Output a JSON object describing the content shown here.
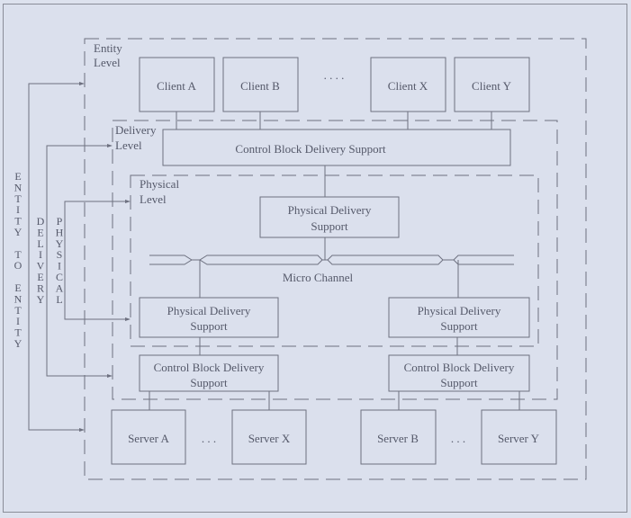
{
  "colors": {
    "background": "#dbe0ed",
    "line": "#6e7180",
    "text": "#55596a"
  },
  "levels": {
    "entity": {
      "label_line1": "Entity",
      "label_line2": "Level"
    },
    "delivery": {
      "label_line1": "Delivery",
      "label_line2": "Level"
    },
    "physical": {
      "label_line1": "Physical",
      "label_line2": "Level"
    }
  },
  "clients": {
    "a": "Client A",
    "b": "Client B",
    "ellipsis": ". . . .",
    "x": "Client X",
    "y": "Client Y"
  },
  "top_cbds": {
    "label": "Control Block Delivery Support"
  },
  "top_pds": {
    "line1": "Physical Delivery",
    "line2": "Support"
  },
  "micro_channel": {
    "label": "Micro Channel"
  },
  "left_pds": {
    "line1": "Physical Delivery",
    "line2": "Support"
  },
  "right_pds": {
    "line1": "Physical Delivery",
    "line2": "Support"
  },
  "left_cbds": {
    "line1": "Control Block Delivery",
    "line2": "Support"
  },
  "right_cbds": {
    "line1": "Control Block Delivery",
    "line2": "Support"
  },
  "servers": {
    "a": "Server A",
    "x": "Server X",
    "b": "Server B",
    "y": "Server Y",
    "ellipsis": ". . ."
  },
  "side_labels": {
    "entity_to_entity": [
      "E",
      "N",
      "T",
      "I",
      "T",
      "Y",
      "",
      "T",
      "O",
      "",
      "E",
      "N",
      "T",
      "I",
      "T",
      "Y"
    ],
    "delivery": [
      "D",
      "E",
      "L",
      "I",
      "V",
      "E",
      "R",
      "Y"
    ],
    "physical": [
      "P",
      "H",
      "Y",
      "S",
      "I",
      "C",
      "A",
      "L"
    ]
  }
}
